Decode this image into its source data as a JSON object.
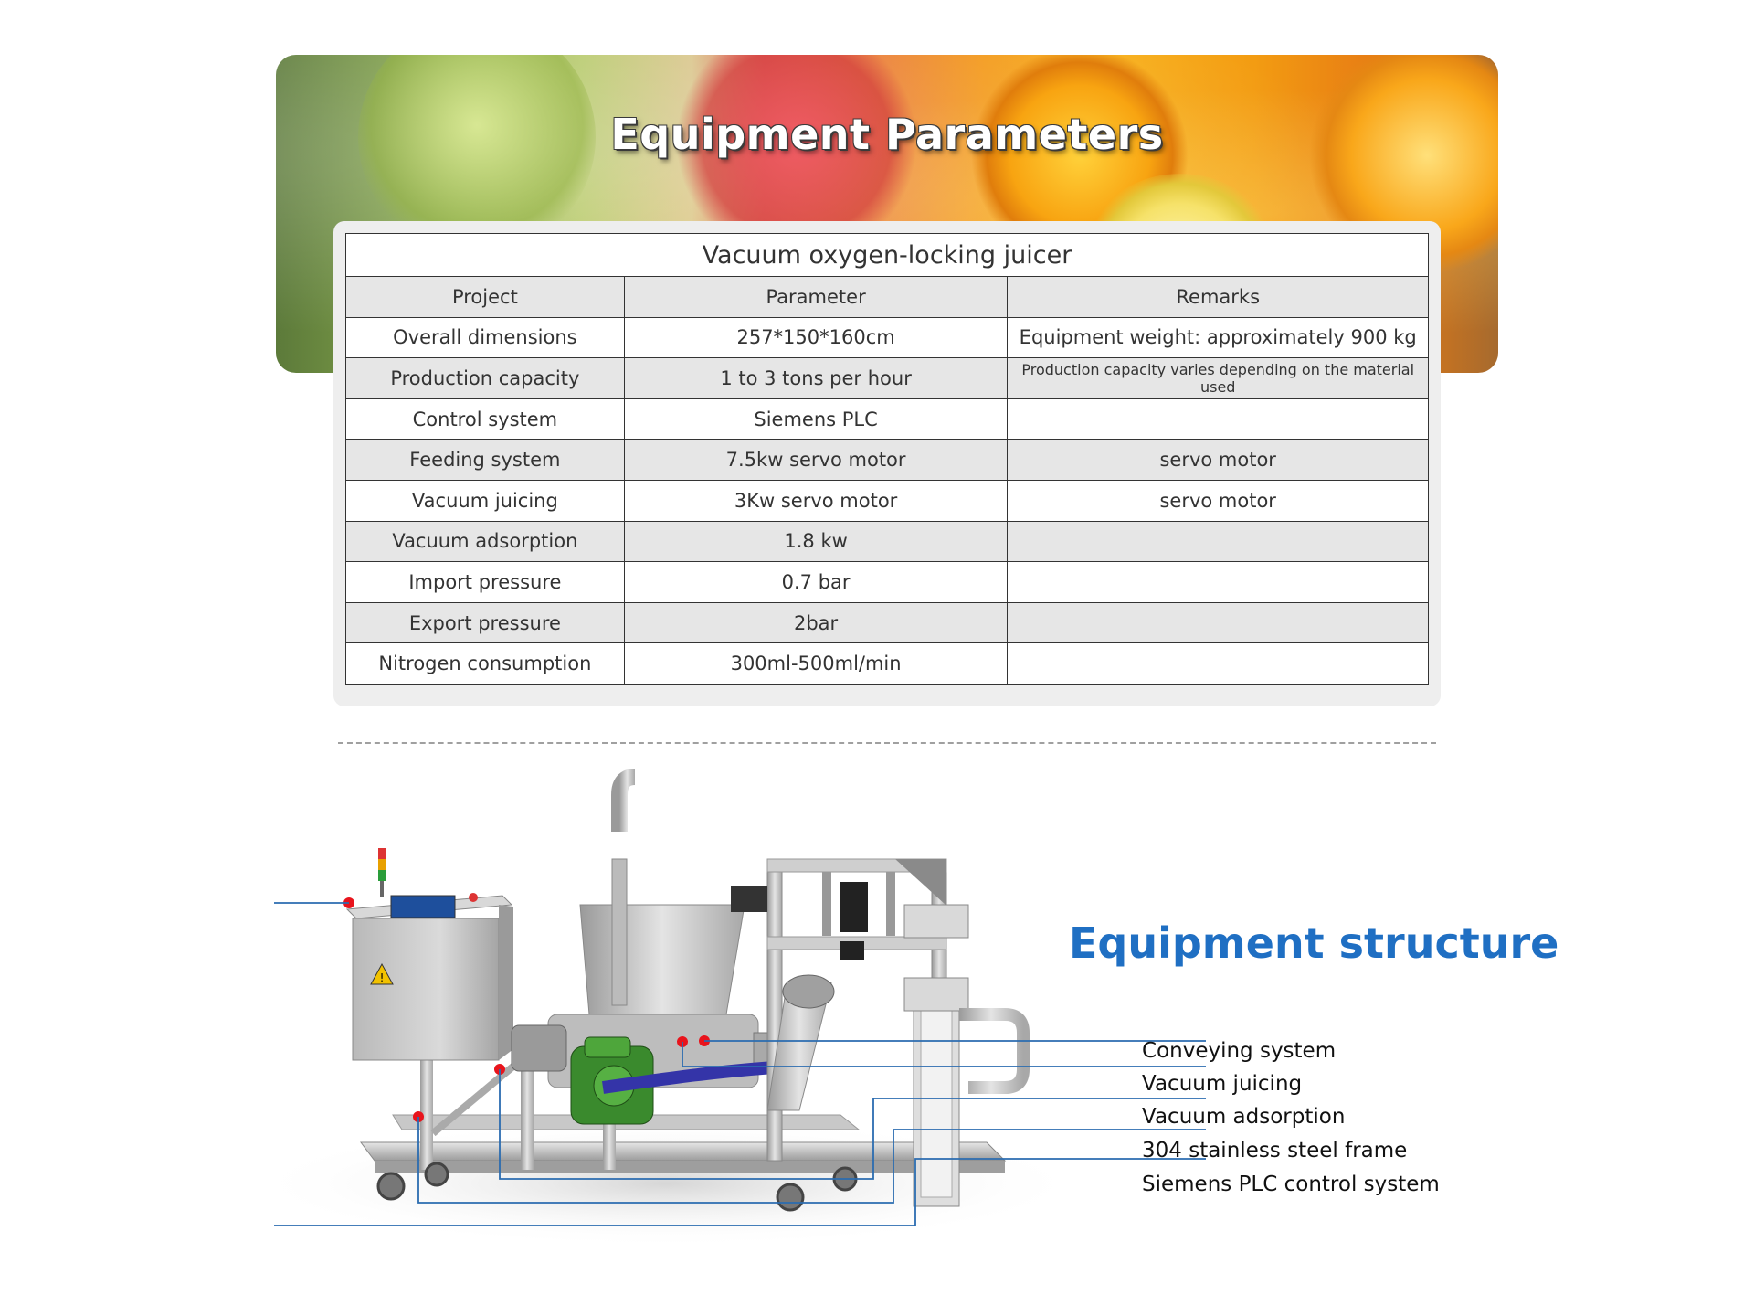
{
  "banner": {
    "title": "Equipment Parameters"
  },
  "table": {
    "title": "Vacuum oxygen-locking juicer",
    "headers": [
      "Project",
      "Parameter",
      "Remarks"
    ],
    "rows": [
      [
        "Overall dimensions",
        "257*150*160cm",
        "Equipment weight: approximately 900 kg"
      ],
      [
        "Production capacity",
        "1 to 3 tons per hour",
        "Production capacity varies depending on the material used"
      ],
      [
        "Control system",
        "Siemens PLC",
        ""
      ],
      [
        "Feeding system",
        "7.5kw servo motor",
        "servo motor"
      ],
      [
        "Vacuum juicing",
        "3Kw servo motor",
        "servo motor"
      ],
      [
        "Vacuum adsorption",
        "1.8 kw",
        ""
      ],
      [
        "Import pressure",
        "0.7 bar",
        ""
      ],
      [
        "Export pressure",
        "2bar",
        ""
      ],
      [
        "Nitrogen consumption",
        "300ml-500ml/min",
        ""
      ]
    ]
  },
  "structure": {
    "title": "Equipment structure",
    "labels": [
      "Conveying system",
      "Vacuum juicing",
      "Vacuum adsorption",
      "304 stainless steel frame",
      "Siemens PLC control system"
    ]
  },
  "colors": {
    "accent_blue": "#1f6fc3",
    "marker_red": "#e8141c",
    "line_blue": "#2b6cb0"
  },
  "icons": [
    "warning-icon",
    "signal-tower-icon"
  ]
}
